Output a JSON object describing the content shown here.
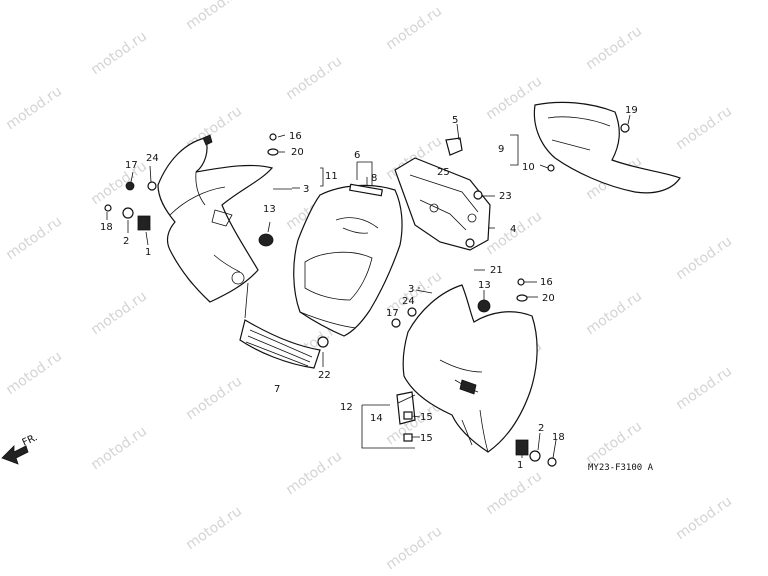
{
  "watermark": "motod.ru",
  "diagram_code": "MY23-F3100 A",
  "direction_label": "FR.",
  "callouts": {
    "c1a": "1",
    "c1b": "1",
    "c2a": "2",
    "c2b": "2",
    "c3a": "3",
    "c3b": "3",
    "c4": "4",
    "c5": "5",
    "c6": "6",
    "c7": "7",
    "c8": "8",
    "c9": "9",
    "c10": "10",
    "c11": "11",
    "c12": "12",
    "c13a": "13",
    "c13b": "13",
    "c14": "14",
    "c15a": "15",
    "c15b": "15",
    "c16a": "16",
    "c16b": "16",
    "c17a": "17",
    "c17b": "17",
    "c18a": "18",
    "c18b": "18",
    "c19": "19",
    "c20a": "20",
    "c20b": "20",
    "c21": "21",
    "c22": "22",
    "c23": "23",
    "c24a": "24",
    "c24b": "24",
    "c25": "25"
  }
}
